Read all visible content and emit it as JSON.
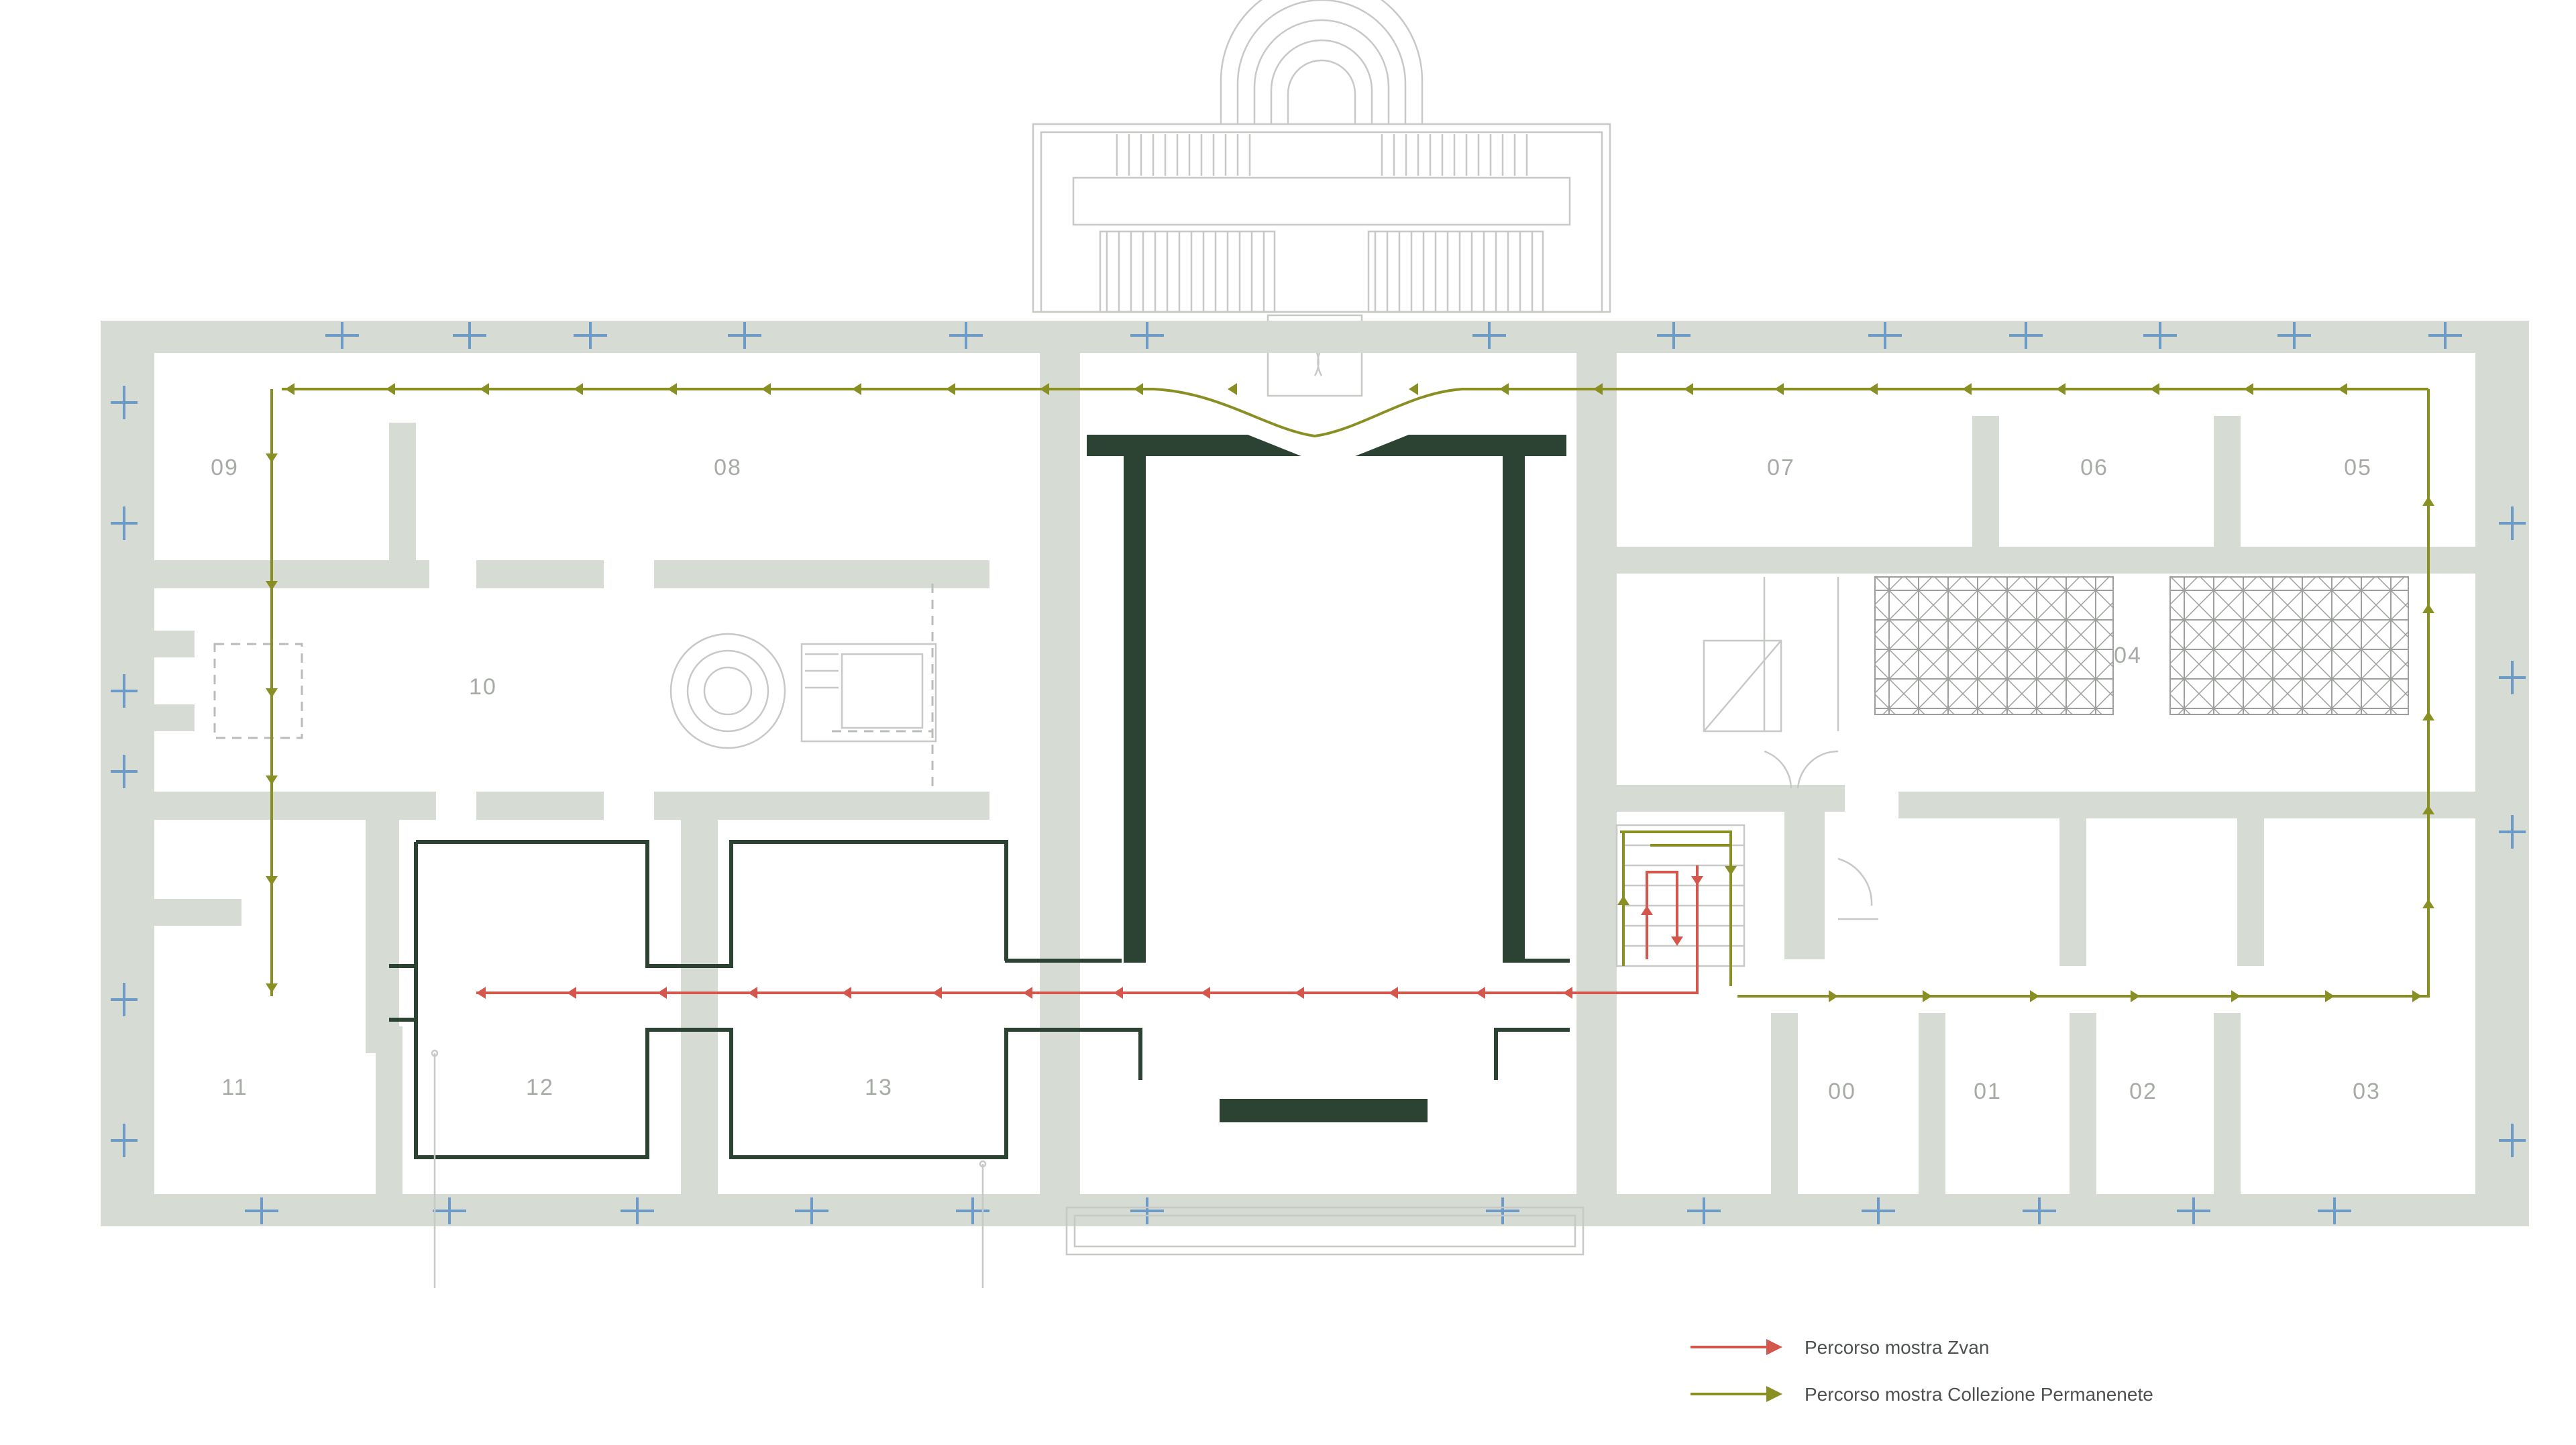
{
  "rooms": {
    "r00": "00",
    "r01": "01",
    "r02": "02",
    "r03": "03",
    "r04": "04",
    "r05": "05",
    "r06": "06",
    "r07": "07",
    "r08": "08",
    "r09": "09",
    "r10": "10",
    "r11": "11",
    "r12": "12",
    "r13": "13"
  },
  "legend": {
    "zvan": {
      "label": "Percorso mostra Zvan",
      "color": "#d4574e"
    },
    "permanent": {
      "label": "Percorso mostra Collezione Permanenete",
      "color": "#8a8f24"
    }
  },
  "colors": {
    "walls": "#d6dbd4",
    "structure": "#2c4232",
    "windows": "#6c9bc7"
  }
}
